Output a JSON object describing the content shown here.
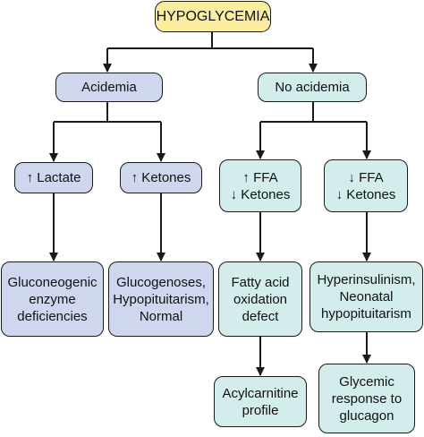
{
  "colors": {
    "root_fill": "#fbeda0",
    "acidemia_fill": "#cfd7ef",
    "no_acidemia_fill": "#d3ecec",
    "stroke": "#1a1a1a"
  },
  "nodes": {
    "root": {
      "text": "HYPOGLYCEMIA"
    },
    "acidemia": {
      "text": "Acidemia"
    },
    "no_acidemia": {
      "text": "No acidemia"
    },
    "lactate": {
      "text": "↑ Lactate"
    },
    "ketones": {
      "text": "↑ Ketones"
    },
    "ffa_up": {
      "lines": [
        "↑ FFA",
        "↓ Ketones"
      ]
    },
    "ffa_down": {
      "lines": [
        "↓ FFA",
        "↓ Ketones"
      ]
    },
    "gluconeogenic": {
      "lines": [
        "Gluconeogenic",
        "enzyme",
        "deficiencies"
      ]
    },
    "glucogenoses": {
      "lines": [
        "Glucogenoses,",
        "Hypopituitarism,",
        "Normal"
      ]
    },
    "fatty_acid": {
      "lines": [
        "Fatty acid",
        "oxidation",
        "defect"
      ]
    },
    "hyperinsulinism": {
      "lines": [
        "Hyperinsulinism,",
        "Neonatal",
        "hypopituitarism"
      ]
    },
    "acylcarnitine": {
      "lines": [
        "Acylcarnitine",
        "profile"
      ]
    },
    "glycemic": {
      "lines": [
        "Glycemic",
        "response to",
        "glucagon"
      ]
    }
  }
}
